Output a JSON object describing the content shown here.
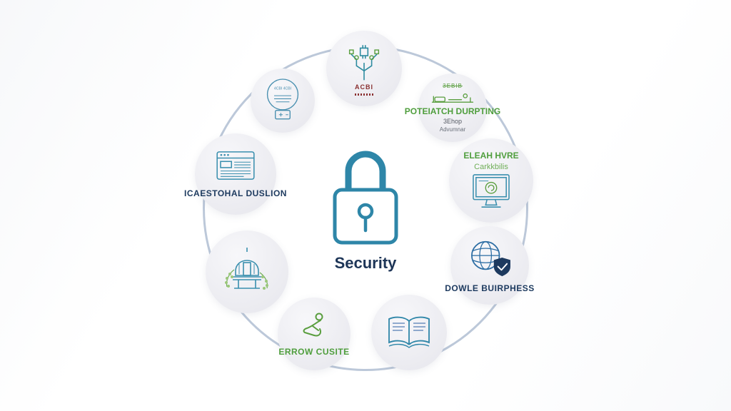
{
  "diagram": {
    "center_label": "Security",
    "nodes": {
      "top": {
        "caption": "ACBI"
      },
      "top_left": {
        "tiny_line1": "4CBI 4CBI"
      },
      "top_right": {
        "scribble": "3EBIB",
        "title": "POTEIATCH DURPTING",
        "sub1": "3Ehop",
        "sub2": "Advumnar"
      },
      "left": {
        "label": "ICAESTOHAL DUSLION"
      },
      "right": {
        "title": "ELEAH HVRE",
        "subtitle": "Carkkbilis"
      },
      "right_lower": {
        "label": "DOWLE BUIRPHESS"
      },
      "bottom": {
        "label": "ERROW CUSITE"
      }
    },
    "colors": {
      "ring": "#BCC8D9",
      "lock": "#2E86A8",
      "navy": "#1D3A5F",
      "green": "#4F9E3D",
      "teal": "#3A8FAE",
      "red": "#8A3030"
    }
  }
}
